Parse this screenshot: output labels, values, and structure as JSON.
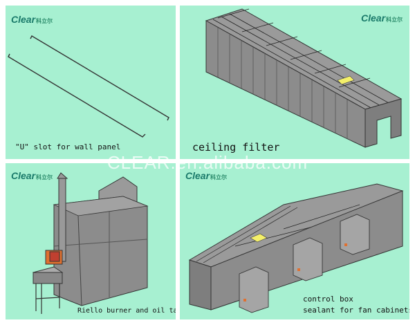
{
  "brand": {
    "logo_text": "Clear",
    "logo_cn": "科立尔"
  },
  "watermark": "CLEAR.en.alibaba.com",
  "panels": [
    {
      "caption": "\"U\" slot for wall panel"
    },
    {
      "caption": "ceiling filter"
    },
    {
      "caption": "Riello burner and oil tank"
    },
    {
      "caption_line1": "control box",
      "caption_line2": "sealant for fan cabinets"
    }
  ],
  "colors": {
    "panel_bg": "#a7f0d1",
    "filter_yellow": "#f4f06a",
    "burner_orange": "#e07030",
    "burner_red": "#c04030",
    "machine_gray": "#8c8c8c"
  }
}
